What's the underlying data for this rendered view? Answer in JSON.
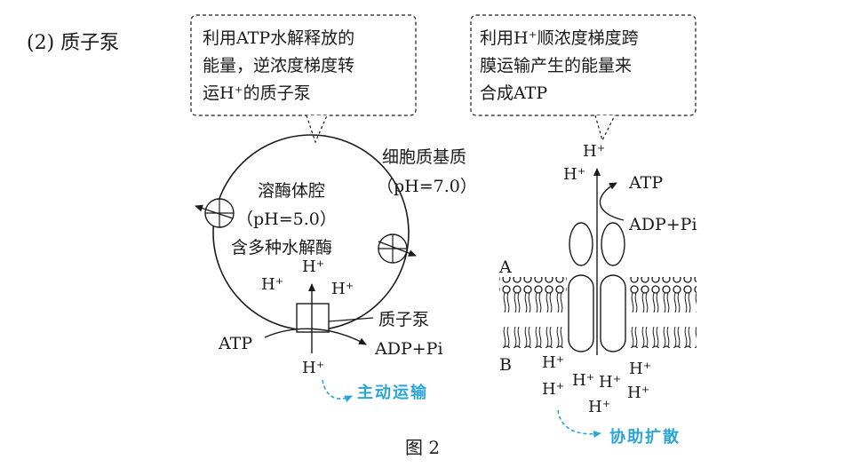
{
  "title": "(2) 质子泵",
  "left": {
    "callout_lines": [
      "利用ATP水解释放的",
      "能量，逆浓度梯度转",
      "运H⁺的质子泵"
    ],
    "cytoplasm_label": "细胞质基质",
    "cytoplasm_ph": "（pH=7.0）",
    "lysosome_label": "溶酶体腔",
    "lysosome_ph": "（pH=5.0）",
    "lysosome_enzyme": "含多种水解酶",
    "h_ions_inside": [
      "H⁺",
      "H⁺",
      "H⁺"
    ],
    "h_ion_outside": "H⁺",
    "pump_label": "质子泵",
    "atp": "ATP",
    "adp": "ADP+Pi",
    "transport_label": "主动运输"
  },
  "right": {
    "callout_lines": [
      "利用H⁺顺浓度梯度跨",
      "膜运输产生的能量来",
      "合成ATP"
    ],
    "h_top": [
      "H⁺",
      "H⁺"
    ],
    "atp": "ATP",
    "adp": "ADP+Pi",
    "side_a": "A",
    "side_b": "B",
    "h_bottom": [
      "H⁺",
      "H⁺",
      "H⁺",
      "H⁺",
      "H⁺",
      "H⁺",
      "H⁺"
    ],
    "transport_label": "协助扩散"
  },
  "figure_caption": "图 2",
  "colors": {
    "ink": "#1a1a1a",
    "accent": "#2aa6d6"
  }
}
